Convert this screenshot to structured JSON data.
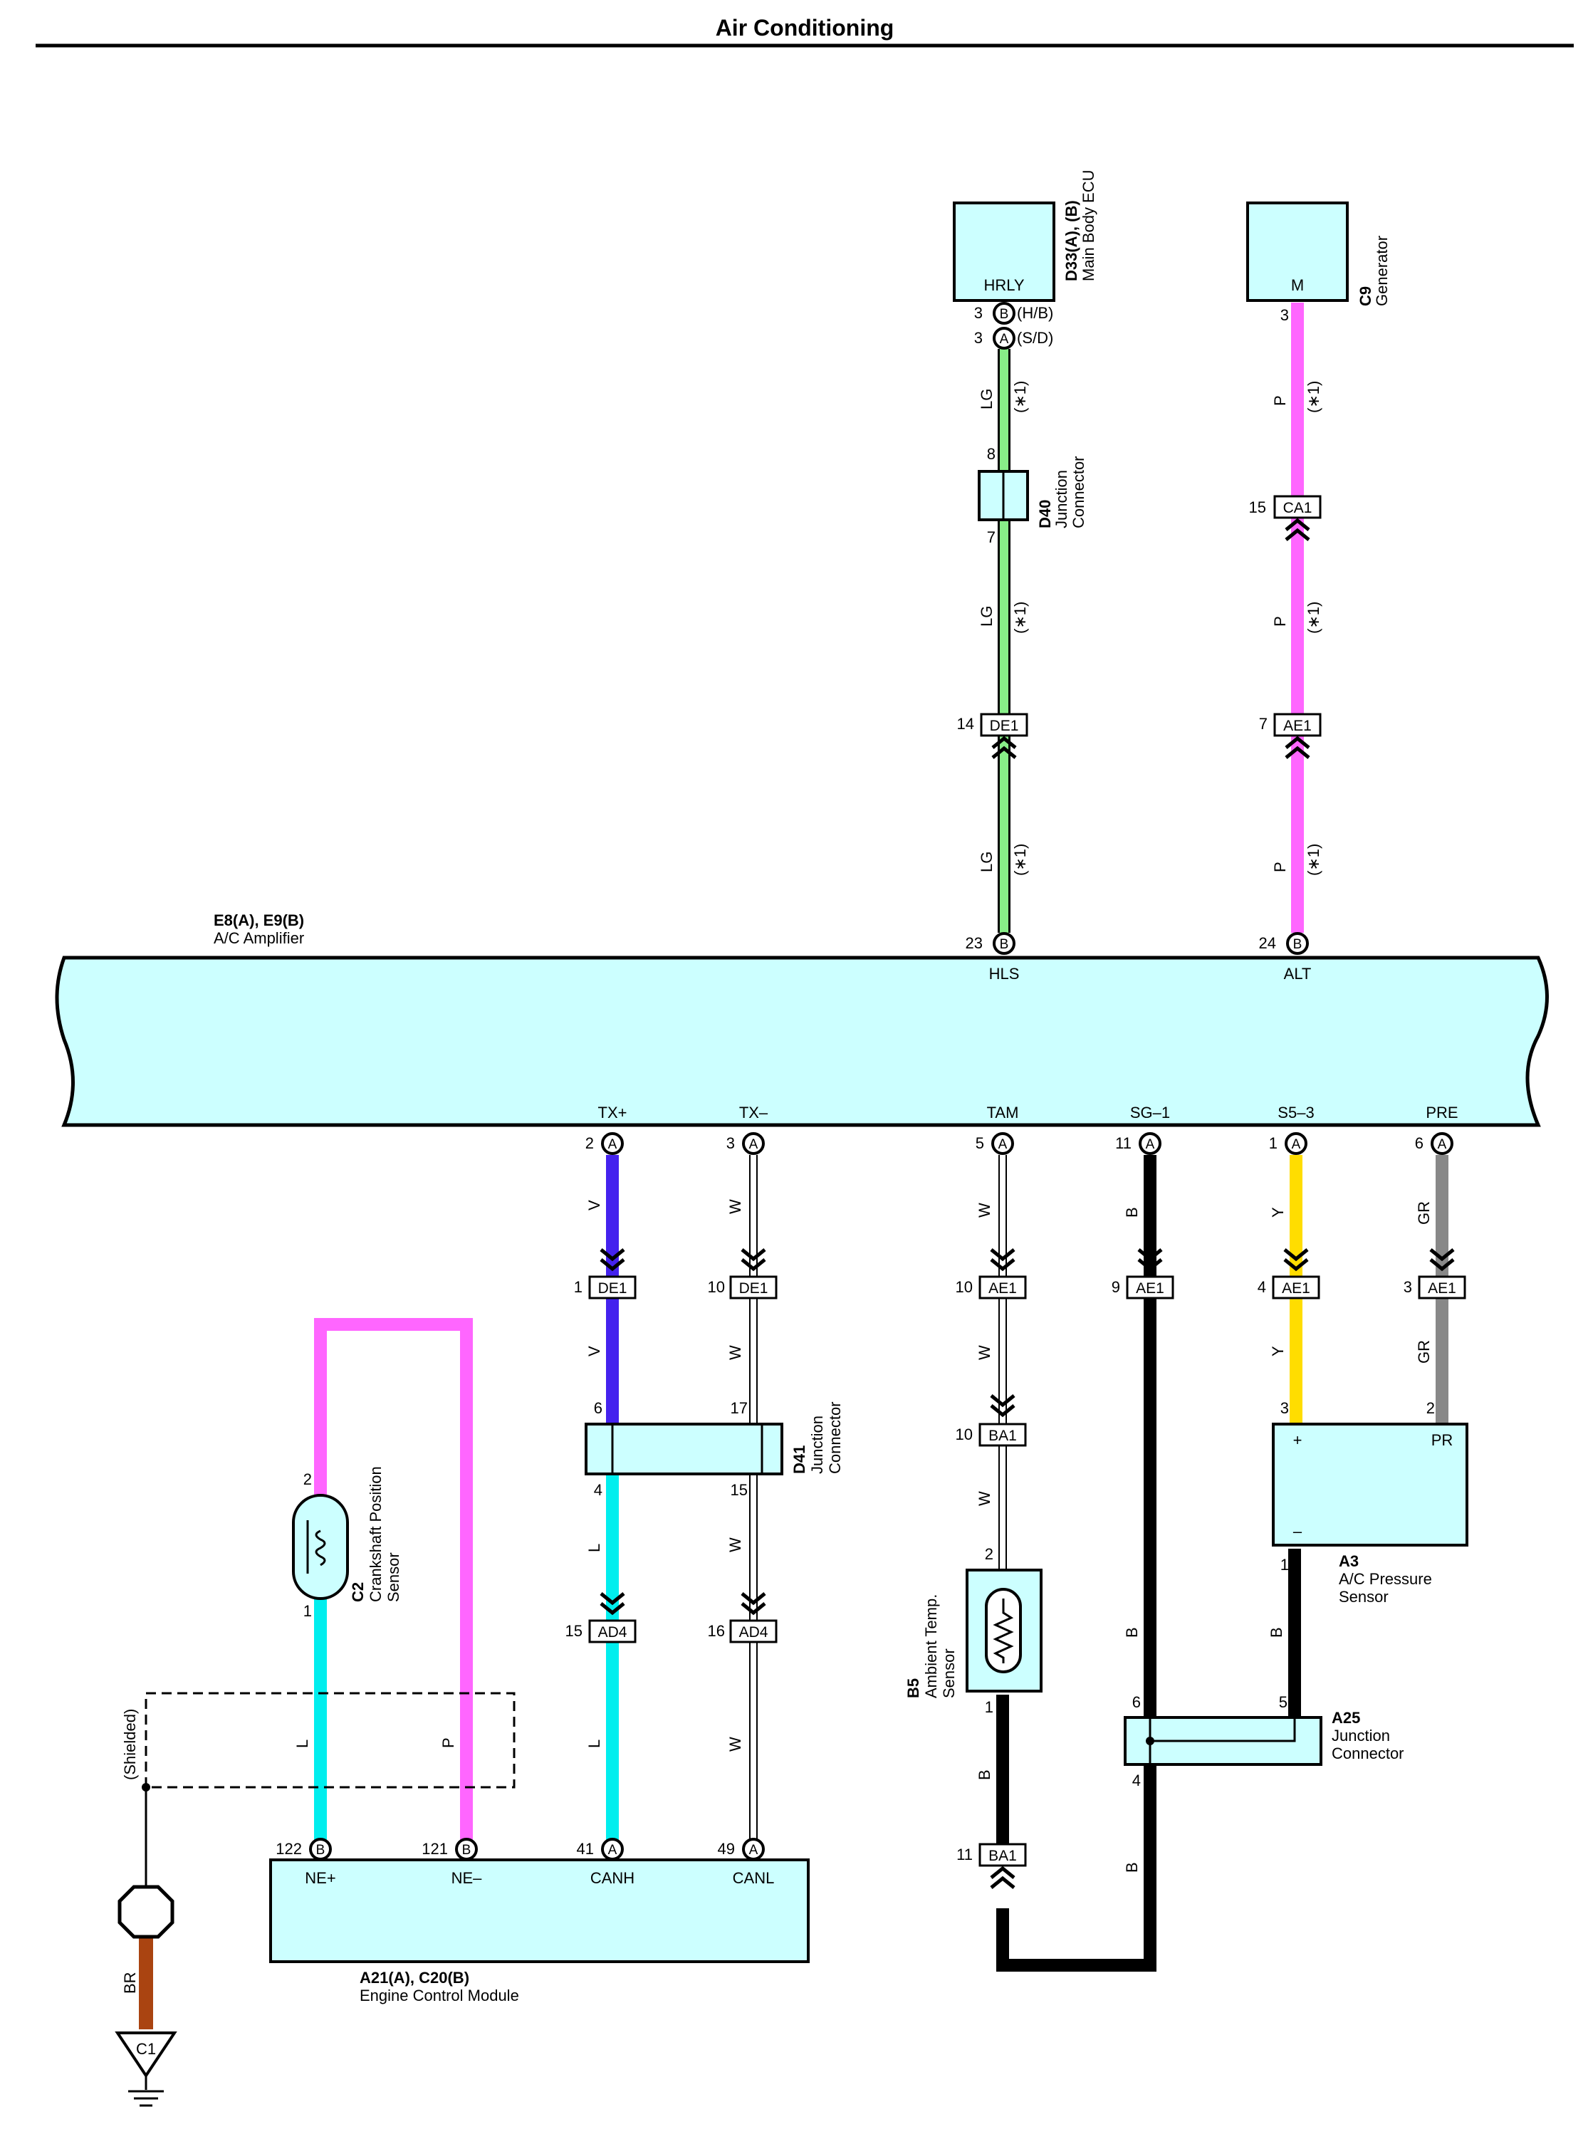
{
  "page": {
    "title": "Air Conditioning"
  },
  "colors": {
    "LG": "#88ee88",
    "P": "#ff66ff",
    "V": "#4422ee",
    "L": "#00eeee",
    "W": "#ffffff",
    "B": "#000000",
    "Y": "#ffdd00",
    "GR": "#888888",
    "BR": "#aa4411",
    "component_fill": "#ccffff"
  },
  "components": {
    "main_body_ecu": {
      "code": "D33(A), (B)",
      "name": "Main Body ECU",
      "terminal": "HRLY",
      "pin": "3",
      "conn1": "B",
      "conn1_note": "(H/B)",
      "conn2": "A",
      "conn2_note": "(S/D)"
    },
    "generator": {
      "code": "C9",
      "name": "Generator",
      "terminal": "M",
      "pin": "3"
    },
    "d40": {
      "code": "D40",
      "name": "Junction",
      "name2": "Connector",
      "pin_top": "8",
      "pin_bottom": "7"
    },
    "amplifier": {
      "code": "E8(A), E9(B)",
      "name": "A/C Amplifier"
    },
    "d41": {
      "code": "D41",
      "name": "Junction",
      "name2": "Connector",
      "pin_tl": "6",
      "pin_tr": "17",
      "pin_bl": "4",
      "pin_br": "15"
    },
    "c2": {
      "code": "C2",
      "name": "Crankshaft Position",
      "name2": "Sensor",
      "pin_top": "2",
      "pin_bottom": "1"
    },
    "a3": {
      "code": "A3",
      "name": "A/C Pressure",
      "name2": "Sensor",
      "plus": "+",
      "minus": "–",
      "pr": "PR",
      "pin_plus": "3",
      "pin_pr": "2",
      "pin_minus": "1"
    },
    "b5": {
      "code": "B5",
      "name": "Ambient Temp.",
      "name2": "Sensor",
      "pin_top": "2",
      "pin_bottom": "1"
    },
    "a25": {
      "code": "A25",
      "name": "Junction",
      "name2": "Connector",
      "pin_6": "6",
      "pin_5": "5",
      "pin_4": "4"
    },
    "ecm": {
      "code": "A21(A), C20(B)",
      "name": "Engine Control Module"
    },
    "shield": {
      "label": "(Shielded)"
    },
    "ground": {
      "code": "C1",
      "wire": "BR"
    }
  },
  "amp_terminals": {
    "top": [
      {
        "name": "HLS",
        "pin": "23",
        "conn": "B"
      },
      {
        "name": "ALT",
        "pin": "24",
        "conn": "B"
      }
    ],
    "bottom": [
      {
        "name": "TX+",
        "pin": "2",
        "conn": "A"
      },
      {
        "name": "TX–",
        "pin": "3",
        "conn": "A"
      },
      {
        "name": "TAM",
        "pin": "5",
        "conn": "A"
      },
      {
        "name": "SG–1",
        "pin": "11",
        "conn": "A"
      },
      {
        "name": "S5–3",
        "pin": "1",
        "conn": "A"
      },
      {
        "name": "PRE",
        "pin": "6",
        "conn": "A"
      }
    ]
  },
  "ecm_terminals": [
    {
      "name": "NE+",
      "pin": "122",
      "conn": "B"
    },
    {
      "name": "NE–",
      "pin": "121",
      "conn": "B"
    },
    {
      "name": "CANH",
      "pin": "41",
      "conn": "A"
    },
    {
      "name": "CANL",
      "pin": "49",
      "conn": "A"
    }
  ],
  "inline_connectors": {
    "hls_upper": {
      "name": "DE1",
      "pin": "14"
    },
    "alt_upper": {
      "name": "CA1",
      "pin": "15"
    },
    "alt_lower": {
      "name": "AE1",
      "pin": "7"
    },
    "txp": {
      "name": "DE1",
      "pin": "1"
    },
    "txm": {
      "name": "DE1",
      "pin": "10"
    },
    "tam1": {
      "name": "AE1",
      "pin": "10"
    },
    "tam2": {
      "name": "BA1",
      "pin": "10"
    },
    "sg": {
      "name": "AE1",
      "pin": "9"
    },
    "s5": {
      "name": "AE1",
      "pin": "4"
    },
    "pre": {
      "name": "AE1",
      "pin": "3"
    },
    "canh": {
      "name": "AD4",
      "pin": "15"
    },
    "canl": {
      "name": "AD4",
      "pin": "16"
    },
    "ground_ret": {
      "name": "BA1",
      "pin": "11"
    }
  },
  "wire_codes": {
    "LG": "LG",
    "P": "P",
    "V": "V",
    "W": "W",
    "L": "L",
    "B": "B",
    "Y": "Y",
    "GR": "GR",
    "note": "(∗1)"
  }
}
